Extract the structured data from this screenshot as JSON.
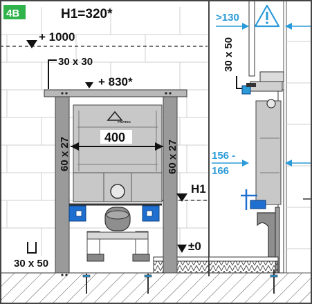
{
  "diagram": {
    "variant_badge": "4B",
    "height_title": "H1=320*",
    "marks": {
      "level_1000": "+ 1000",
      "level_830": "+ 830*",
      "level_h1": "H1",
      "level_zero": "±0"
    },
    "profiles": {
      "top_profile": "30 x 30",
      "left_column": "60 x 27",
      "right_column": "60 x 27",
      "bottom_profile": "30 x 50",
      "side_profile": "30 x 50"
    },
    "dimensions": {
      "frame_width": "400",
      "wall_gap": ">130",
      "side_range_a": "156 -",
      "side_range_b": "166"
    },
    "brand_logo_text": "FRIATEC",
    "icons": {
      "warning": "warning-triangle-icon",
      "level_marker": "level-triangle-icon"
    },
    "colors": {
      "accent_blue": "#2a9ad8",
      "badge_green": "#2fb34a",
      "mount_blue": "#1f6fd0",
      "tank_gray": "#c8c8c8",
      "frame_gray": "#9a9a9a"
    }
  }
}
